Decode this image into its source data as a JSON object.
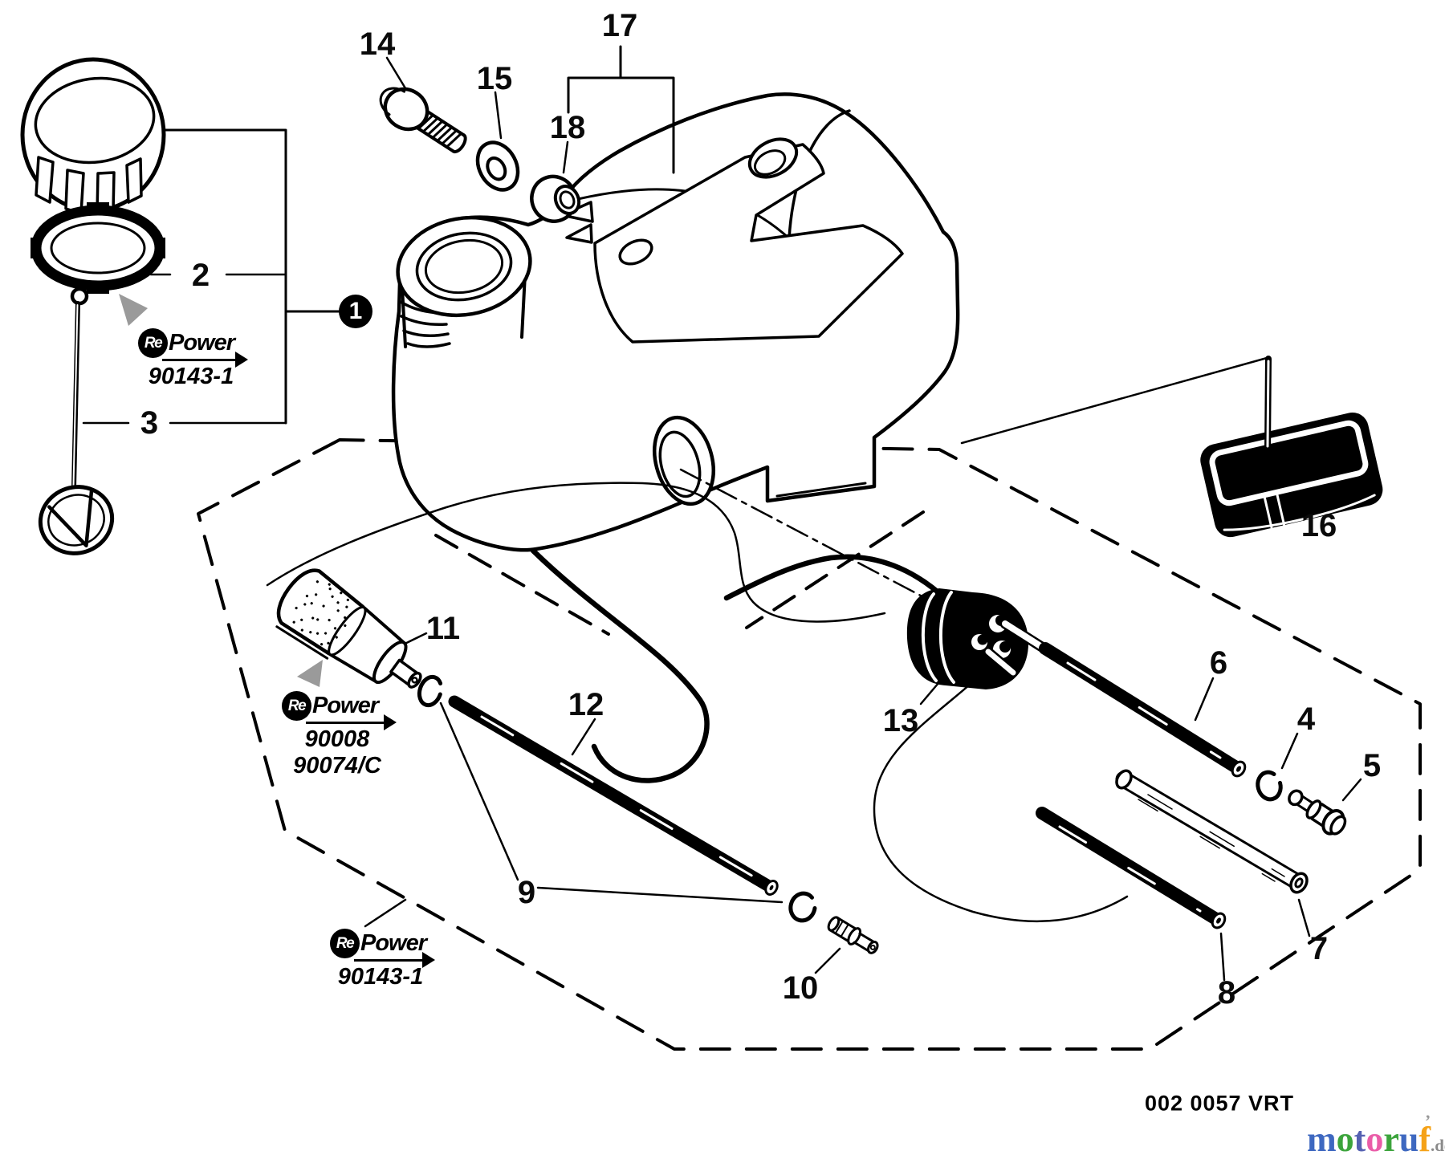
{
  "footer": {
    "code": "002 0057 VRT"
  },
  "watermark": {
    "letters": [
      {
        "ch": "m",
        "color": "#3e68c0"
      },
      {
        "ch": "o",
        "color": "#3ca43c"
      },
      {
        "ch": "t",
        "color": "#5561b2"
      },
      {
        "ch": "o",
        "color": "#ea5ca8"
      },
      {
        "ch": "r",
        "color": "#3ca43c"
      },
      {
        "ch": "u",
        "color": "#3e68c0"
      },
      {
        "ch": "f",
        "color": "#f5a218"
      }
    ],
    "tick": "’",
    "suffix": ".de"
  },
  "brand": {
    "re": "Re",
    "power": "Power"
  },
  "part_tags": [
    {
      "number": "90143-1"
    },
    {
      "number": "90008",
      "number2": "90074/C"
    },
    {
      "number": "90143-1"
    }
  ],
  "callouts": {
    "c1": "1",
    "c2": "2",
    "c3": "3",
    "c4": "4",
    "c5": "5",
    "c6": "6",
    "c7": "7",
    "c8": "8",
    "c9": "9",
    "c10": "10",
    "c11": "11",
    "c12": "12",
    "c13": "13",
    "c14": "14",
    "c15": "15",
    "c16": "16",
    "c17": "17",
    "c18": "18"
  }
}
